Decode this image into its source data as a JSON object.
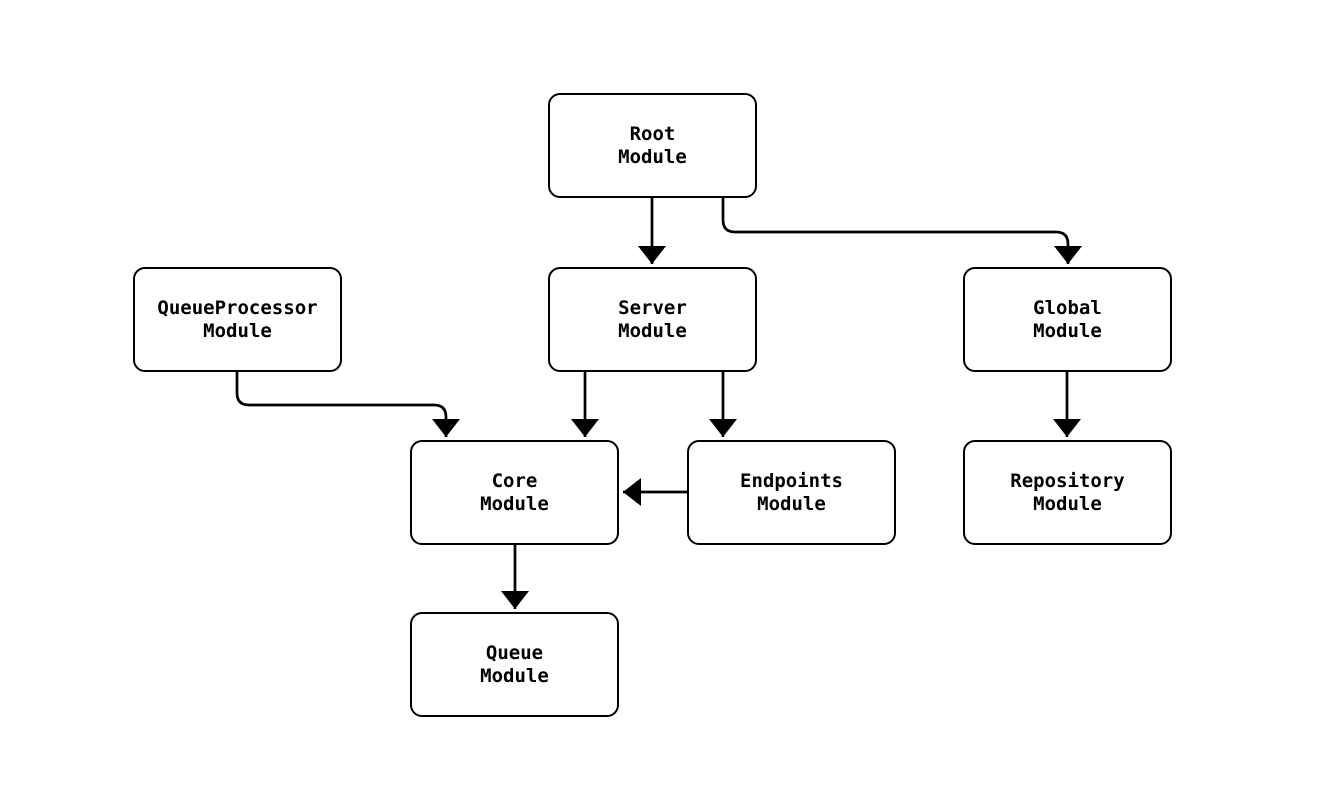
{
  "diagram": {
    "type": "module-dependency-graph",
    "colors": {
      "background": "#ffffff",
      "node_fill": "#ffffff",
      "node_border": "#000000",
      "edge": "#000000",
      "text": "#000000"
    },
    "nodes": {
      "root": {
        "label": "Root\nModule"
      },
      "queue_processor": {
        "label": "QueueProcessor\nModule"
      },
      "server": {
        "label": "Server\nModule"
      },
      "global": {
        "label": "Global\nModule"
      },
      "core": {
        "label": "Core\nModule"
      },
      "endpoints": {
        "label": "Endpoints\nModule"
      },
      "repository": {
        "label": "Repository\nModule"
      },
      "queue": {
        "label": "Queue\nModule"
      }
    },
    "edges": [
      {
        "from": "root",
        "to": "server"
      },
      {
        "from": "root",
        "to": "global"
      },
      {
        "from": "queue_processor",
        "to": "core"
      },
      {
        "from": "server",
        "to": "core"
      },
      {
        "from": "server",
        "to": "endpoints"
      },
      {
        "from": "endpoints",
        "to": "core"
      },
      {
        "from": "global",
        "to": "repository"
      },
      {
        "from": "core",
        "to": "queue"
      }
    ]
  }
}
